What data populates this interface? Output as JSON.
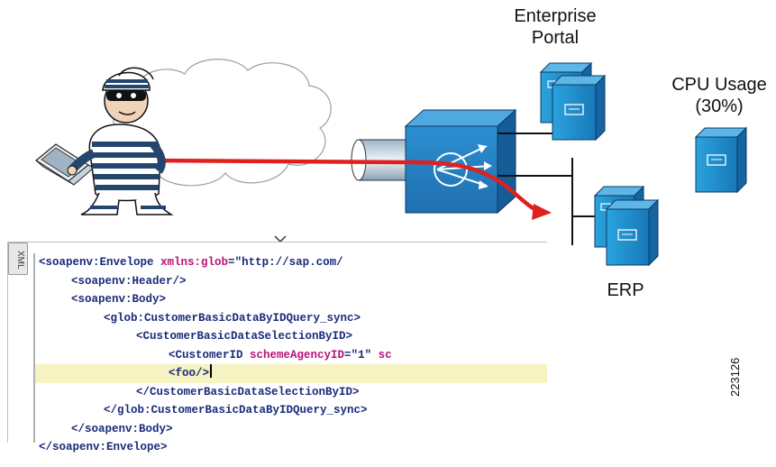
{
  "labels": {
    "portal_line1": "Enterprise",
    "portal_line2": "Portal",
    "cpu_line1": "CPU Usage",
    "cpu_line2": "(30%)",
    "erp": "ERP",
    "figure_number": "223126"
  },
  "xml_editor": {
    "tab_label": "XML",
    "lines": [
      {
        "indent": 0,
        "pre": "<soapenv:Envelope ",
        "attr": "xmlns:glob",
        "eq": "=",
        "val": "\"http://sap.com/",
        "post": ""
      },
      {
        "indent": 1,
        "pre": "<soapenv:Header/>",
        "attr": "",
        "eq": "",
        "val": "",
        "post": ""
      },
      {
        "indent": 1,
        "pre": "<soapenv:Body>",
        "attr": "",
        "eq": "",
        "val": "",
        "post": ""
      },
      {
        "indent": 2,
        "pre": "<glob:CustomerBasicDataByIDQuery_sync>",
        "attr": "",
        "eq": "",
        "val": "",
        "post": ""
      },
      {
        "indent": 3,
        "pre": "<CustomerBasicDataSelectionByID>",
        "attr": "",
        "eq": "",
        "val": "",
        "post": ""
      },
      {
        "indent": 4,
        "pre": "<CustomerID ",
        "attr": "schemeAgencyID",
        "eq": "=",
        "val": "\"1\"",
        "post": " sc"
      },
      {
        "indent": 4,
        "pre": "<foo/>",
        "attr": "",
        "eq": "",
        "val": "",
        "post": ""
      },
      {
        "indent": 3,
        "pre": "</CustomerBasicDataSelectionByID>",
        "attr": "",
        "eq": "",
        "val": "",
        "post": ""
      },
      {
        "indent": 2,
        "pre": "</glob:CustomerBasicDataByIDQuery_sync>",
        "attr": "",
        "eq": "",
        "val": "",
        "post": ""
      },
      {
        "indent": 1,
        "pre": "</soapenv:Body>",
        "attr": "",
        "eq": "",
        "val": "",
        "post": ""
      },
      {
        "indent": 0,
        "pre": "</soapenv:Envelope>",
        "attr": "",
        "eq": "",
        "val": "",
        "post": ""
      }
    ],
    "highlighted_line": 6
  },
  "colors": {
    "attack_path": "#e0201e",
    "server_blue": "#1f8fcf",
    "tag_color": "#1a2b7a",
    "attr_color": "#b8127a",
    "highlight": "#f4f3c1"
  },
  "icons": [
    "attacker-icon",
    "laptop-icon",
    "cloud-icon",
    "tunnel-icon",
    "firewall-appliance-icon",
    "server-icon"
  ]
}
